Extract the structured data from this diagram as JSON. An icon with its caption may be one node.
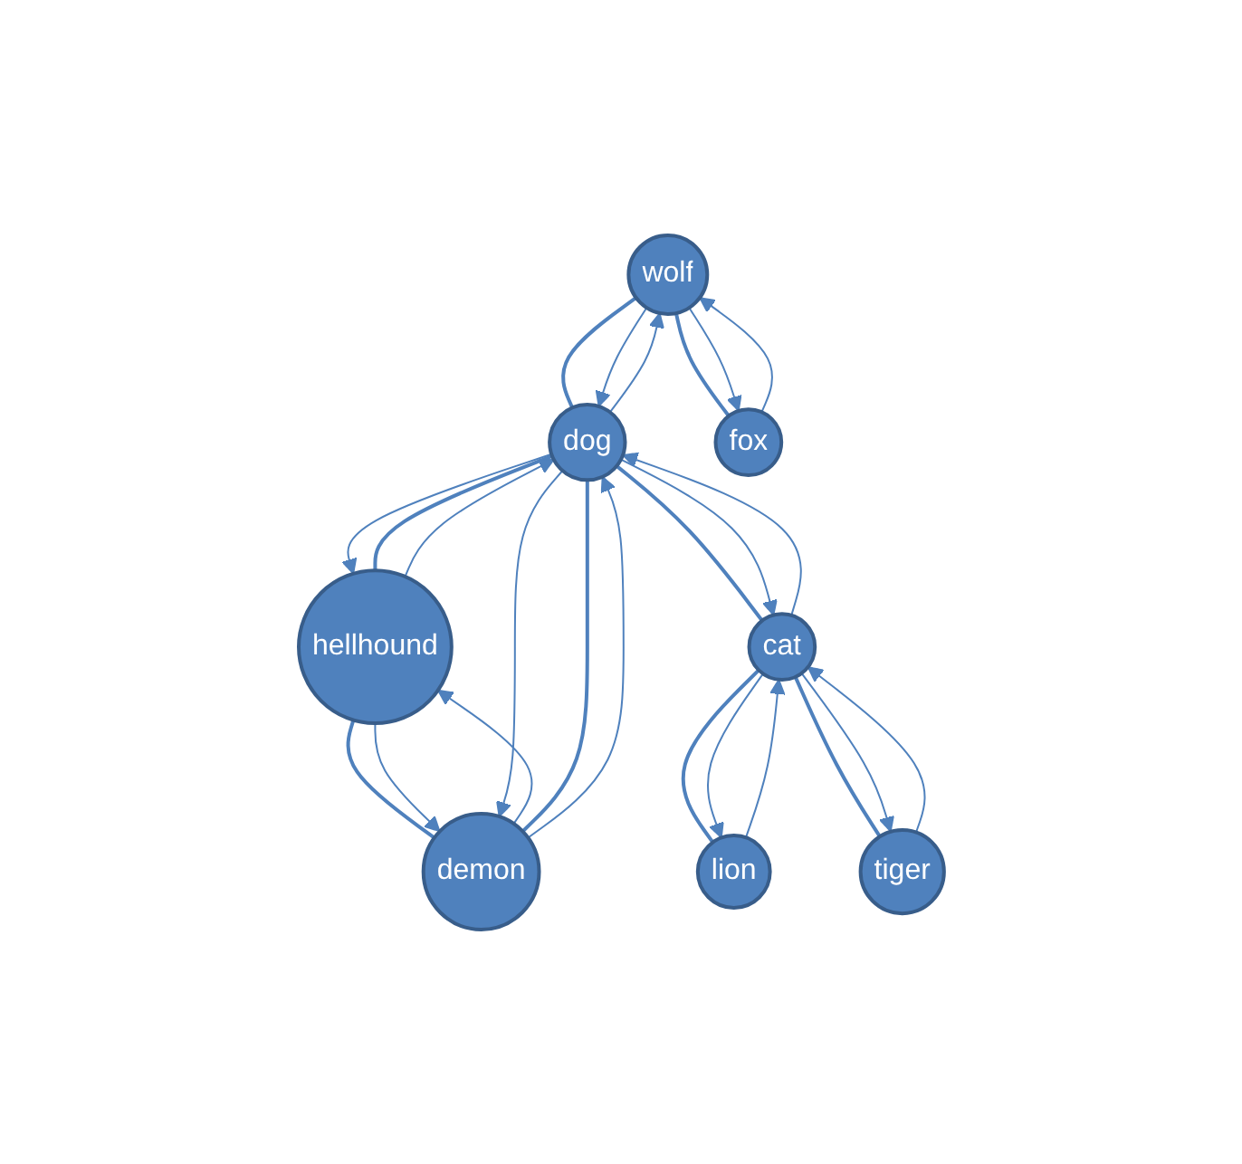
{
  "diagram": {
    "nodes": [
      {
        "text": [
          "wolf"
        ]
      },
      {
        "text": [
          "hellhound"
        ]
      },
      {
        "text": [
          "dog"
        ]
      },
      {
        "text": [
          "demon"
        ]
      },
      {
        "text": [
          "fox"
        ]
      },
      {
        "text": [
          "lion"
        ]
      },
      {
        "text": [
          "cat"
        ]
      },
      {
        "text": [
          "tiger"
        ]
      }
    ],
    "edges": [
      {
        "from": 0,
        "to": 2,
        "arrow": "none"
      },
      {
        "from": 0,
        "to": 2,
        "arrow": "to"
      },
      {
        "from": 2,
        "to": 0,
        "arrow": "to"
      },
      {
        "from": 0,
        "to": 4,
        "arrow": "none"
      },
      {
        "from": 0,
        "to": 4,
        "arrow": "to"
      },
      {
        "from": 4,
        "to": 0,
        "arrow": "to"
      },
      {
        "from": 1,
        "to": 2,
        "arrow": "none"
      },
      {
        "from": 2,
        "to": 1,
        "arrow": "to"
      },
      {
        "from": 1,
        "to": 2,
        "arrow": "to"
      },
      {
        "from": 1,
        "to": 3,
        "arrow": "none"
      },
      {
        "from": 3,
        "to": 1,
        "arrow": "to"
      },
      {
        "from": 1,
        "to": 3,
        "arrow": "to"
      },
      {
        "from": 3,
        "to": 2,
        "arrow": "none"
      },
      {
        "from": 2,
        "to": 3,
        "arrow": "to"
      },
      {
        "from": 3,
        "to": 2,
        "arrow": "to"
      },
      {
        "from": 2,
        "to": 6,
        "arrow": "none"
      },
      {
        "from": 6,
        "to": 2,
        "arrow": "to"
      },
      {
        "from": 2,
        "to": 6,
        "arrow": "to"
      },
      {
        "from": 6,
        "to": 5,
        "arrow": "none"
      },
      {
        "from": 6,
        "to": 5,
        "arrow": "to"
      },
      {
        "from": 5,
        "to": 6,
        "arrow": "to"
      },
      {
        "from": 6,
        "to": 7,
        "arrow": "none"
      },
      {
        "from": 7,
        "to": 6,
        "arrow": "to"
      },
      {
        "from": 6,
        "to": 7,
        "arrow": "to"
      }
    ]
  }
}
